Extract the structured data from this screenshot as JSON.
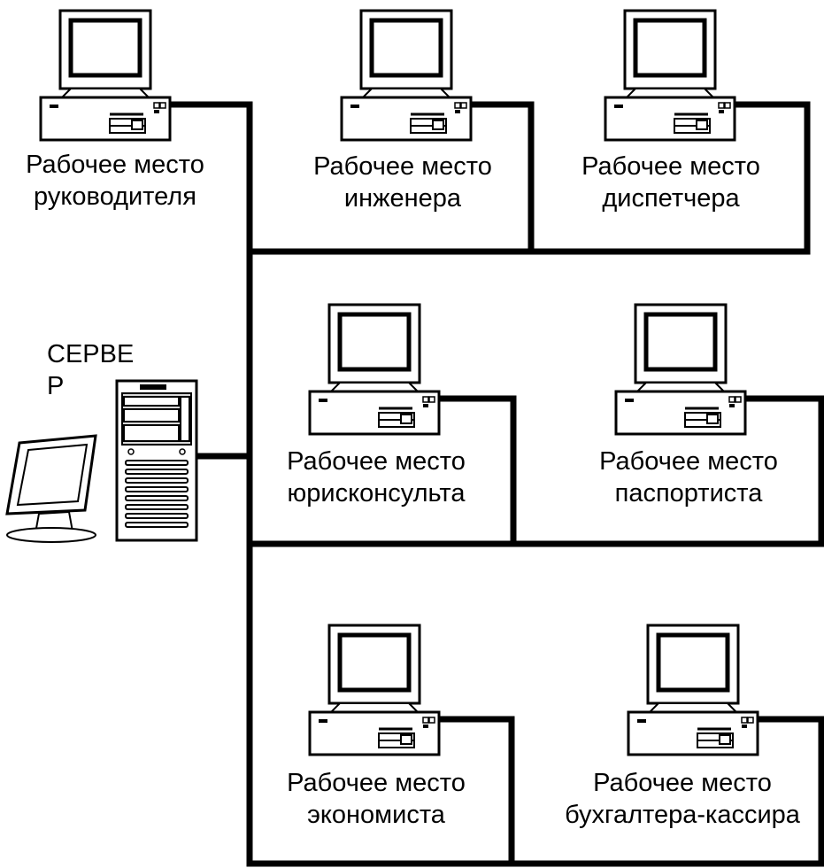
{
  "server": {
    "label_line1": "СЕРВЕ",
    "label_line2": "Р"
  },
  "workstations": [
    {
      "id": "manager",
      "line1": "Рабочее место",
      "line2": "руководителя"
    },
    {
      "id": "engineer",
      "line1": "Рабочее место",
      "line2": "инженера"
    },
    {
      "id": "dispatcher",
      "line1": "Рабочее место",
      "line2": "диспетчера"
    },
    {
      "id": "lawyer",
      "line1": "Рабочее место",
      "line2": "юрисконсульта"
    },
    {
      "id": "passport",
      "line1": "Рабочее место",
      "line2": "паспортиста"
    },
    {
      "id": "economist",
      "line1": "Рабочее место",
      "line2": "экономиста"
    },
    {
      "id": "accountant",
      "line1": "Рабочее место",
      "line2": "бухгалтера-кассира"
    }
  ]
}
